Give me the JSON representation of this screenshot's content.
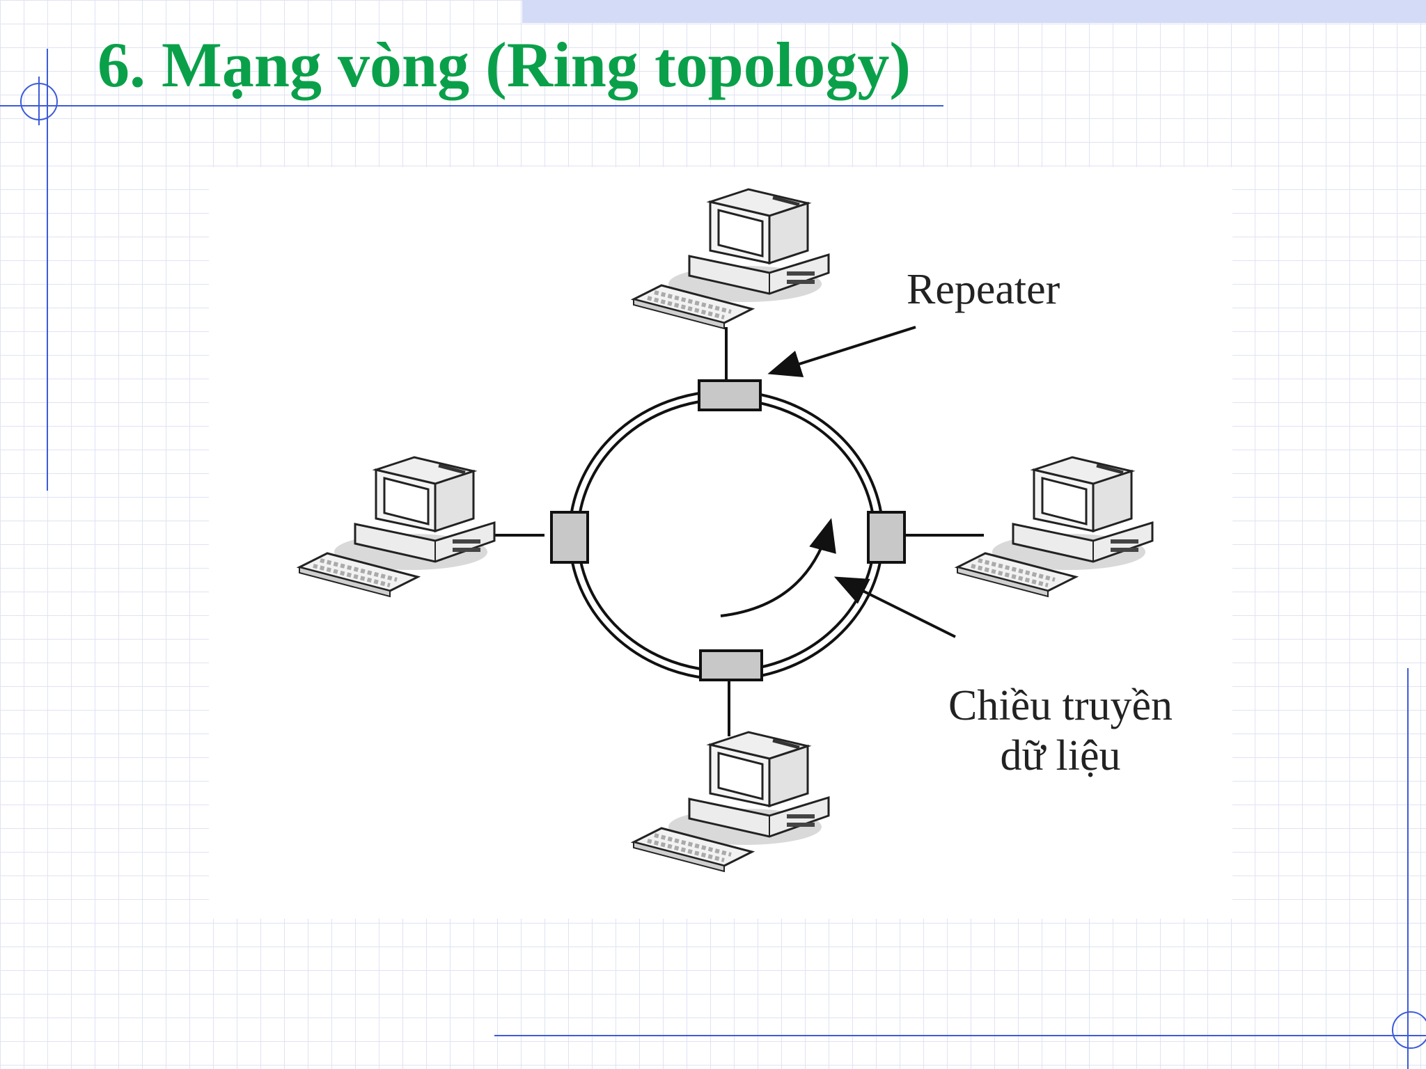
{
  "slide": {
    "title": "6. Mạng vòng (Ring topology)"
  },
  "diagram": {
    "labels": {
      "repeater": "Repeater",
      "direction_line1": "Chiều truyền",
      "direction_line2": "dữ liệu"
    },
    "nodes": [
      "computer-top",
      "computer-left",
      "computer-right",
      "computer-bottom"
    ],
    "repeaters": [
      "repeater-top",
      "repeater-left",
      "repeater-right",
      "repeater-bottom"
    ]
  },
  "colors": {
    "title": "#0aa04a",
    "accent_blue": "#3b5bd9",
    "header_band": "#d4dbf6",
    "repeater_fill": "#c8c8c8",
    "ring_stroke": "#111111"
  }
}
